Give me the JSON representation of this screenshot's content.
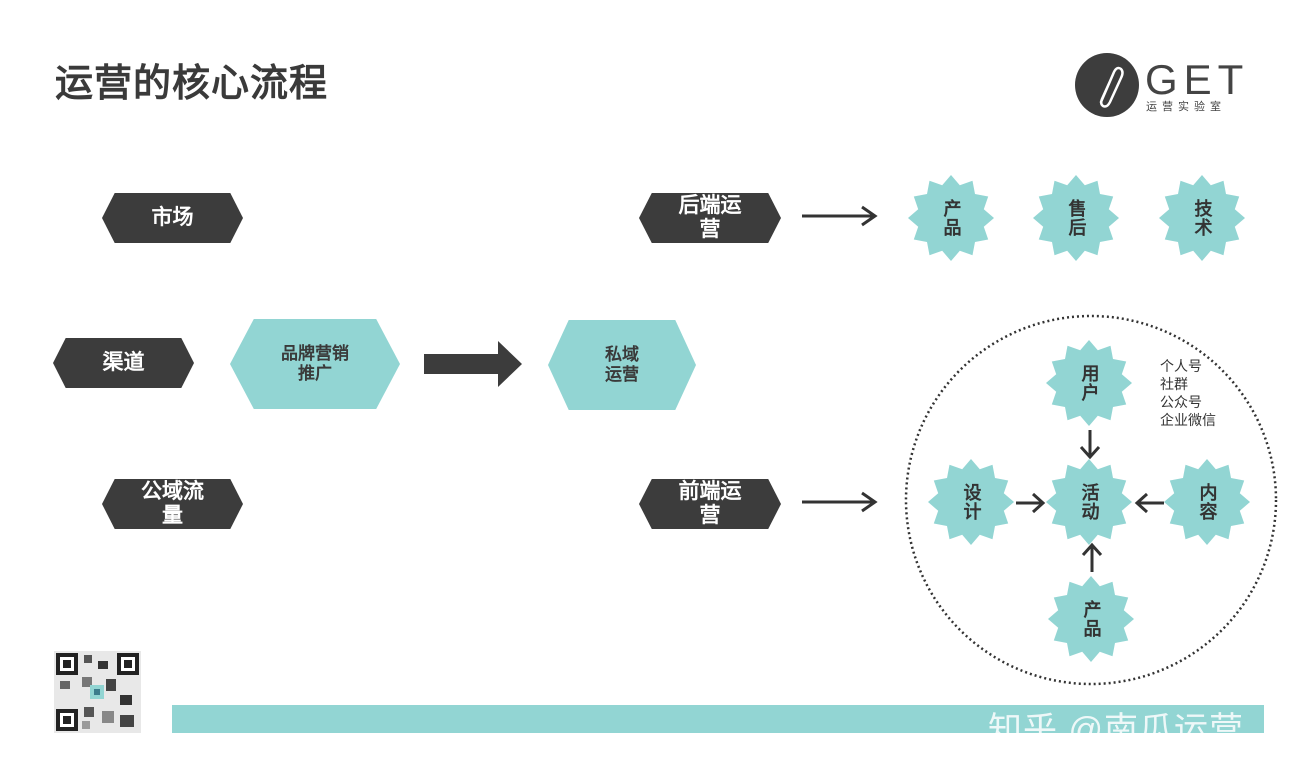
{
  "title": "运营的核心流程",
  "logo": {
    "brand": "GET",
    "sub": "运营实验室"
  },
  "left_nodes": {
    "market": "市场",
    "channel": "渠道",
    "public": "公域流量"
  },
  "brand_promo": "品牌营销推广",
  "private_ops": "私域运营",
  "backend_ops": "后端运营",
  "frontend_ops": "前端运营",
  "backend_items": [
    "产品",
    "售后",
    "技术"
  ],
  "cycle": {
    "user": "用户",
    "activity": "活动",
    "design": "设计",
    "content": "内容",
    "product": "产品"
  },
  "user_channels": [
    "个人号",
    "社群",
    "公众号",
    "企业微信"
  ],
  "watermark": "知乎 @南瓜运营",
  "colors": {
    "dark": "#3c3c3c",
    "teal": "#92d5d3",
    "text": "#3a3a3a"
  }
}
